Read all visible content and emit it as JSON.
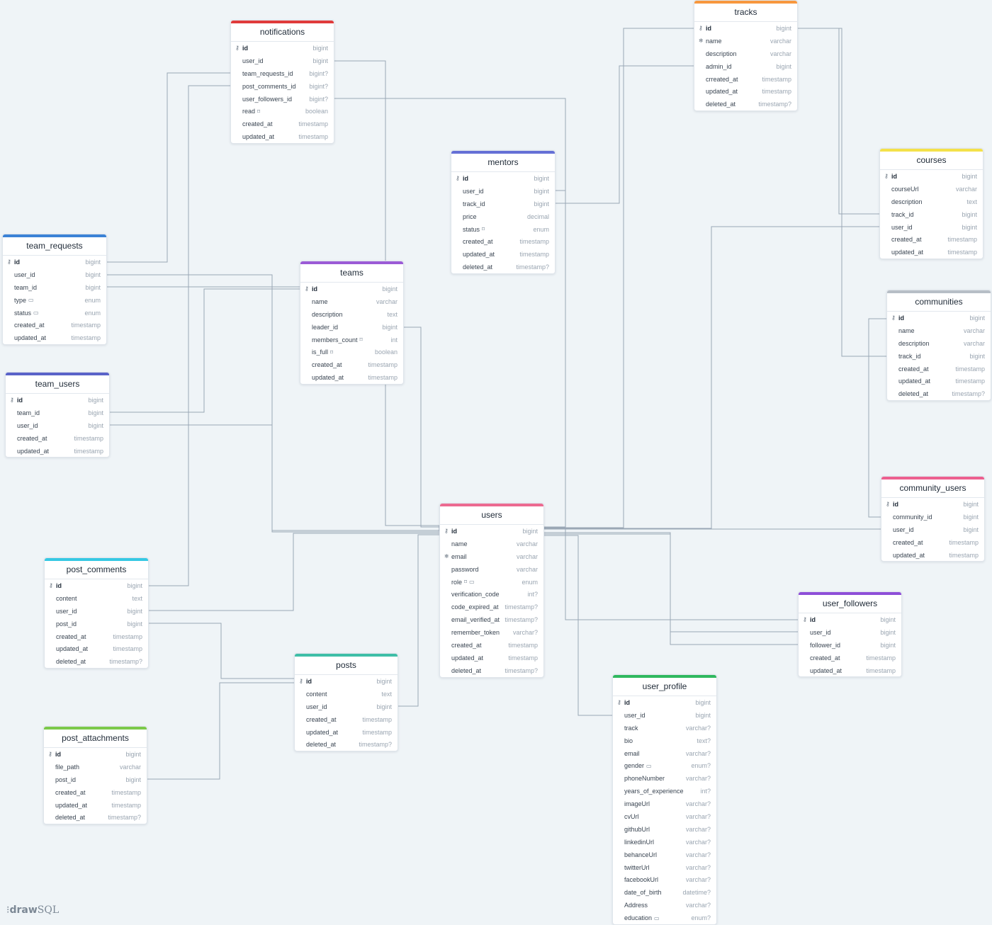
{
  "brand": {
    "icon": "drawsql-logo-icon",
    "strong": "draw",
    "light": "SQL"
  },
  "tables": [
    {
      "key": "notifications",
      "title": "notifications",
      "color": "#e03b3b",
      "fields": [
        [
          "id",
          "bigint",
          "pk"
        ],
        [
          "user_id",
          "bigint",
          ""
        ],
        [
          "team_requests_id",
          "bigint?",
          ""
        ],
        [
          "post_comments_id",
          "bigint?",
          ""
        ],
        [
          "user_followers_id",
          "bigint?",
          ""
        ],
        [
          "read",
          "boolean",
          "bookmark"
        ],
        [
          "created_at",
          "timestamp",
          ""
        ],
        [
          "updated_at",
          "timestamp",
          ""
        ]
      ]
    },
    {
      "key": "tracks",
      "title": "tracks",
      "color": "#f7973e",
      "fields": [
        [
          "id",
          "bigint",
          "pk"
        ],
        [
          "name",
          "varchar",
          "unique"
        ],
        [
          "description",
          "varchar",
          ""
        ],
        [
          "admin_id",
          "bigint",
          ""
        ],
        [
          "crreated_at",
          "timestamp",
          ""
        ],
        [
          "updated_at",
          "timestamp",
          ""
        ],
        [
          "deleted_at",
          "timestamp?",
          ""
        ]
      ]
    },
    {
      "key": "mentors",
      "title": "mentors",
      "color": "#6570d6",
      "fields": [
        [
          "id",
          "bigint",
          "pk"
        ],
        [
          "user_id",
          "bigint",
          ""
        ],
        [
          "track_id",
          "bigint",
          ""
        ],
        [
          "price",
          "decimal",
          ""
        ],
        [
          "status",
          "enum",
          "bookmark"
        ],
        [
          "created_at",
          "timestamp",
          ""
        ],
        [
          "updated_at",
          "timestamp",
          ""
        ],
        [
          "deleted_at",
          "timestamp?",
          ""
        ]
      ]
    },
    {
      "key": "courses",
      "title": "courses",
      "color": "#f4e14a",
      "fields": [
        [
          "id",
          "bigint",
          "pk"
        ],
        [
          "courseUrl",
          "varchar",
          ""
        ],
        [
          "description",
          "text",
          ""
        ],
        [
          "track_id",
          "bigint",
          ""
        ],
        [
          "user_id",
          "bigint",
          ""
        ],
        [
          "created_at",
          "timestamp",
          ""
        ],
        [
          "updated_at",
          "timestamp",
          ""
        ]
      ]
    },
    {
      "key": "team_requests",
      "title": "team_requests",
      "color": "#3b82d6",
      "fields": [
        [
          "id",
          "bigint",
          "pk"
        ],
        [
          "user_id",
          "bigint",
          ""
        ],
        [
          "team_id",
          "bigint",
          ""
        ],
        [
          "type",
          "enum",
          "comment"
        ],
        [
          "status",
          "enum",
          "comment"
        ],
        [
          "created_at",
          "timestamp",
          ""
        ],
        [
          "updated_at",
          "timestamp",
          ""
        ]
      ]
    },
    {
      "key": "teams",
      "title": "teams",
      "color": "#9b5bd6",
      "fields": [
        [
          "id",
          "bigint",
          "pk"
        ],
        [
          "name",
          "varchar",
          ""
        ],
        [
          "description",
          "text",
          ""
        ],
        [
          "leader_id",
          "bigint",
          ""
        ],
        [
          "members_count",
          "int",
          "bookmark"
        ],
        [
          "is_full",
          "boolean",
          "bookmark"
        ],
        [
          "created_at",
          "timestamp",
          ""
        ],
        [
          "updated_at",
          "timestamp",
          ""
        ]
      ]
    },
    {
      "key": "communities",
      "title": "communities",
      "color": "#b7bec6",
      "fields": [
        [
          "id",
          "bigint",
          "pk"
        ],
        [
          "name",
          "varchar",
          ""
        ],
        [
          "description",
          "varchar",
          ""
        ],
        [
          "track_id",
          "bigint",
          ""
        ],
        [
          "created_at",
          "timestamp",
          ""
        ],
        [
          "updated_at",
          "timestamp",
          ""
        ],
        [
          "deleted_at",
          "timestamp?",
          ""
        ]
      ]
    },
    {
      "key": "team_users",
      "title": "team_users",
      "color": "#5a63c9",
      "fields": [
        [
          "id",
          "bigint",
          "pk"
        ],
        [
          "team_id",
          "bigint",
          ""
        ],
        [
          "user_id",
          "bigint",
          ""
        ],
        [
          "created_at",
          "timestamp",
          ""
        ],
        [
          "updated_at",
          "timestamp",
          ""
        ]
      ]
    },
    {
      "key": "community_users",
      "title": "community_users",
      "color": "#ec5f8f",
      "fields": [
        [
          "id",
          "bigint",
          "pk"
        ],
        [
          "community_id",
          "bigint",
          ""
        ],
        [
          "user_id",
          "bigint",
          ""
        ],
        [
          "created_at",
          "timestamp",
          ""
        ],
        [
          "updated_at",
          "timestamp",
          ""
        ]
      ]
    },
    {
      "key": "users",
      "title": "users",
      "color": "#ec6a91",
      "fields": [
        [
          "id",
          "bigint",
          "pk"
        ],
        [
          "name",
          "varchar",
          ""
        ],
        [
          "email",
          "varchar",
          "unique"
        ],
        [
          "password",
          "varchar",
          ""
        ],
        [
          "role",
          "enum",
          "bookmark-comment"
        ],
        [
          "verification_code",
          "int?",
          ""
        ],
        [
          "code_expired_at",
          "timestamp?",
          ""
        ],
        [
          "email_verified_at",
          "timestamp?",
          ""
        ],
        [
          "remember_token",
          "varchar?",
          ""
        ],
        [
          "created_at",
          "timestamp",
          ""
        ],
        [
          "updated_at",
          "timestamp",
          ""
        ],
        [
          "deleted_at",
          "timestamp?",
          ""
        ]
      ]
    },
    {
      "key": "post_comments",
      "title": "post_comments",
      "color": "#35c8e3",
      "fields": [
        [
          "id",
          "bigint",
          "pk"
        ],
        [
          "content",
          "text",
          ""
        ],
        [
          "user_id",
          "bigint",
          ""
        ],
        [
          "post_id",
          "bigint",
          ""
        ],
        [
          "created_at",
          "timestamp",
          ""
        ],
        [
          "updated_at",
          "timestamp",
          ""
        ],
        [
          "deleted_at",
          "timestamp?",
          ""
        ]
      ]
    },
    {
      "key": "user_followers",
      "title": "user_followers",
      "color": "#8e4fd8",
      "fields": [
        [
          "id",
          "bigint",
          "pk"
        ],
        [
          "user_id",
          "bigint",
          ""
        ],
        [
          "follower_id",
          "bigint",
          ""
        ],
        [
          "created_at",
          "timestamp",
          ""
        ],
        [
          "updated_at",
          "timestamp",
          ""
        ]
      ]
    },
    {
      "key": "posts",
      "title": "posts",
      "color": "#3fbea7",
      "fields": [
        [
          "id",
          "bigint",
          "pk"
        ],
        [
          "content",
          "text",
          ""
        ],
        [
          "user_id",
          "bigint",
          ""
        ],
        [
          "created_at",
          "timestamp",
          ""
        ],
        [
          "updated_at",
          "timestamp",
          ""
        ],
        [
          "deleted_at",
          "timestamp?",
          ""
        ]
      ]
    },
    {
      "key": "user_profile",
      "title": "user_profile",
      "color": "#2fb85f",
      "fields": [
        [
          "id",
          "bigint",
          "pk"
        ],
        [
          "user_id",
          "bigint",
          ""
        ],
        [
          "track",
          "varchar?",
          ""
        ],
        [
          "bio",
          "text?",
          ""
        ],
        [
          "email",
          "varchar?",
          ""
        ],
        [
          "gender",
          "enum?",
          "comment"
        ],
        [
          "phoneNumber",
          "varchar?",
          ""
        ],
        [
          "years_of_experience",
          "int?",
          ""
        ],
        [
          "imageUrl",
          "varchar?",
          ""
        ],
        [
          "cvUrl",
          "varchar?",
          ""
        ],
        [
          "githubUrl",
          "varchar?",
          ""
        ],
        [
          "linkedinUrl",
          "varchar?",
          ""
        ],
        [
          "behanceUrl",
          "varchar?",
          ""
        ],
        [
          "twitterUrl",
          "varchar?",
          ""
        ],
        [
          "facebookUrl",
          "varchar?",
          ""
        ],
        [
          "date_of_birth",
          "datetime?",
          ""
        ],
        [
          "Address",
          "varchar?",
          ""
        ],
        [
          "education",
          "enum?",
          "comment"
        ]
      ]
    },
    {
      "key": "post_attachments",
      "title": "post_attachments",
      "color": "#7cc94a",
      "fields": [
        [
          "id",
          "bigint",
          "pk"
        ],
        [
          "file_path",
          "varchar",
          ""
        ],
        [
          "post_id",
          "bigint",
          ""
        ],
        [
          "created_at",
          "timestamp",
          ""
        ],
        [
          "updated_at",
          "timestamp",
          ""
        ],
        [
          "deleted_at",
          "timestamp?",
          ""
        ]
      ]
    }
  ]
}
